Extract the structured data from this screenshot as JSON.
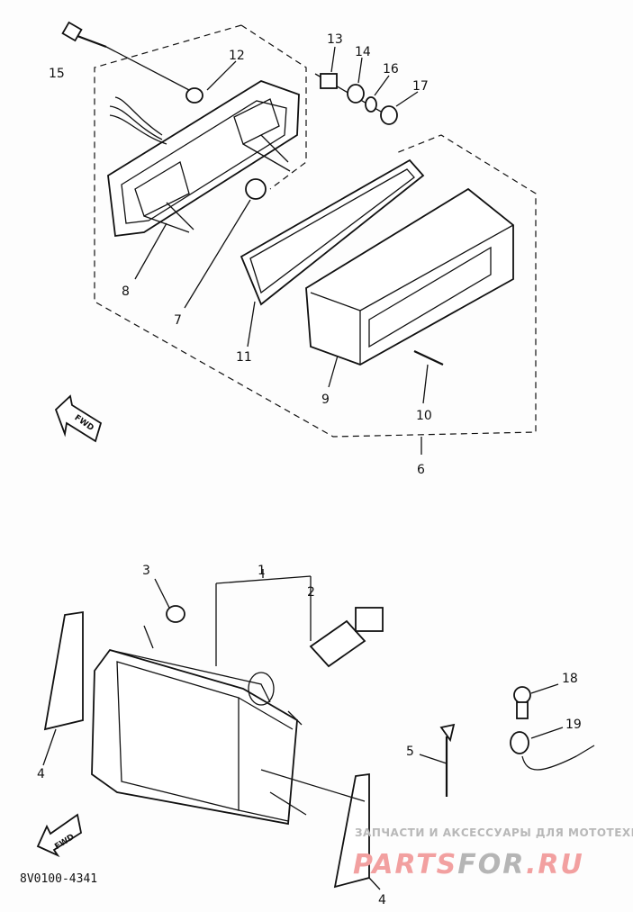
{
  "diagram": {
    "part_number": "8V0100-4341",
    "fwd_label": "FWD",
    "callouts": {
      "c15": "15",
      "c12": "12",
      "c13": "13",
      "c14": "14",
      "c16": "16",
      "c17": "17",
      "c8": "8",
      "c7": "7",
      "c11": "11",
      "c9": "9",
      "c10": "10",
      "c6": "6",
      "c3": "3",
      "c1": "1",
      "c2": "2",
      "c18": "18",
      "c19": "19",
      "c5": "5",
      "c4a": "4",
      "c4b": "4"
    }
  },
  "watermark": {
    "tagline": "ЗАПЧАСТИ И АКСЕССУАРЫ ДЛЯ МОТОТЕХНИКИ",
    "brand_part1": "PARTS",
    "brand_part2": "FOR",
    "brand_part3": ".RU",
    "colors": {
      "red": "#f2a0a0",
      "gray": "#b5b5b5"
    }
  }
}
